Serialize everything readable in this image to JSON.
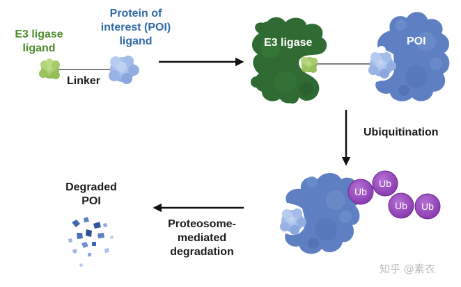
{
  "labels": {
    "e3_ligase_ligand": [
      "E3 ligase",
      "ligand"
    ],
    "poi_ligand": [
      "Protein of",
      "interest (POI)",
      "ligand"
    ],
    "linker": "Linker",
    "e3_ligase": "E3 ligase",
    "poi": "POI",
    "ubiquitination": "Ubiquitination",
    "degraded_poi": [
      "Degraded",
      "POI"
    ],
    "proteosome_degradation": [
      "Proteosome-",
      "mediated",
      "degradation"
    ],
    "ub": "Ub",
    "watermark": "知乎 @素衣"
  },
  "colors": {
    "green_text": "#4d8a2a",
    "blue_text": "#2f6aa8",
    "e3_ligase_fill": "#2f6b33",
    "poi_fill": "#5e7fc1",
    "ligand_green": "#a6cc6a",
    "ligand_blue": "#a9c1ec",
    "ub_fill": "#9b49bf",
    "arrow": "#111111"
  }
}
